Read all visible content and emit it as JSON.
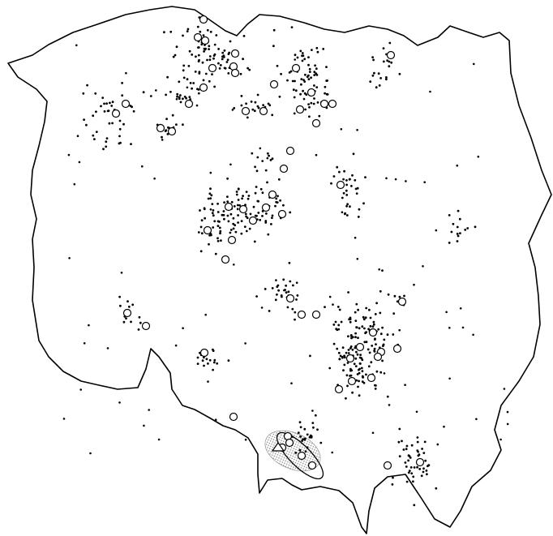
{
  "map": {
    "colors": {
      "background": "#ffffff",
      "boundary": "#000000",
      "point": "#000000",
      "highlight_fill": "#bdbdbd"
    },
    "symbols": [
      "dot-marker",
      "circle-marker",
      "triangle-marker",
      "ellipse-region"
    ]
  }
}
